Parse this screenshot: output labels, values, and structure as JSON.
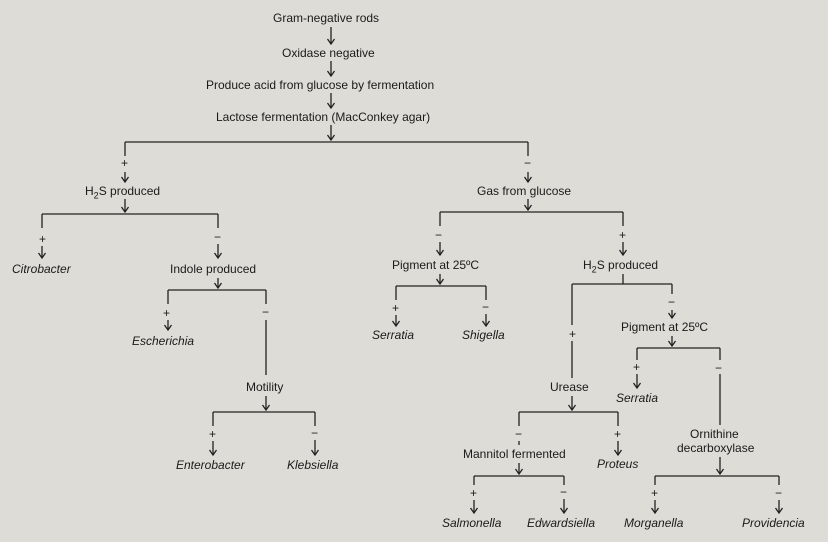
{
  "diagram": {
    "steps": {
      "gram": "Gram-negative rods",
      "oxidase": "Oxidase negative",
      "acid": "Produce acid from glucose by fermentation",
      "lactose": "Lactose fermentation (MacConkey agar)"
    },
    "nodes": {
      "h2s_left": {
        "pre": "H",
        "sub": "2",
        "post": "S produced"
      },
      "gas": "Gas from glucose",
      "indole": "Indole produced",
      "pigment_mid": "Pigment at 25ºC",
      "h2s_right": {
        "pre": "H",
        "sub": "2",
        "post": "S produced"
      },
      "motility": "Motility",
      "pigment_right": "Pigment at 25ºC",
      "urease": "Urease",
      "mannitol": "Mannitol fermented",
      "ornithine_1": "Ornithine",
      "ornithine_2": "decarboxylase"
    },
    "organisms": {
      "citrobacter": "Citrobacter",
      "escherichia": "Escherichia",
      "serratia_mid": "Serratia",
      "shigella": "Shigella",
      "enterobacter": "Enterobacter",
      "klebsiella": "Klebsiella",
      "serratia_right": "Serratia",
      "proteus": "Proteus",
      "salmonella": "Salmonella",
      "edwardsiella": "Edwardsiella",
      "morganella": "Morganella",
      "providencia": "Providencia"
    },
    "signs": {
      "plus": "+",
      "minus": "−"
    }
  }
}
